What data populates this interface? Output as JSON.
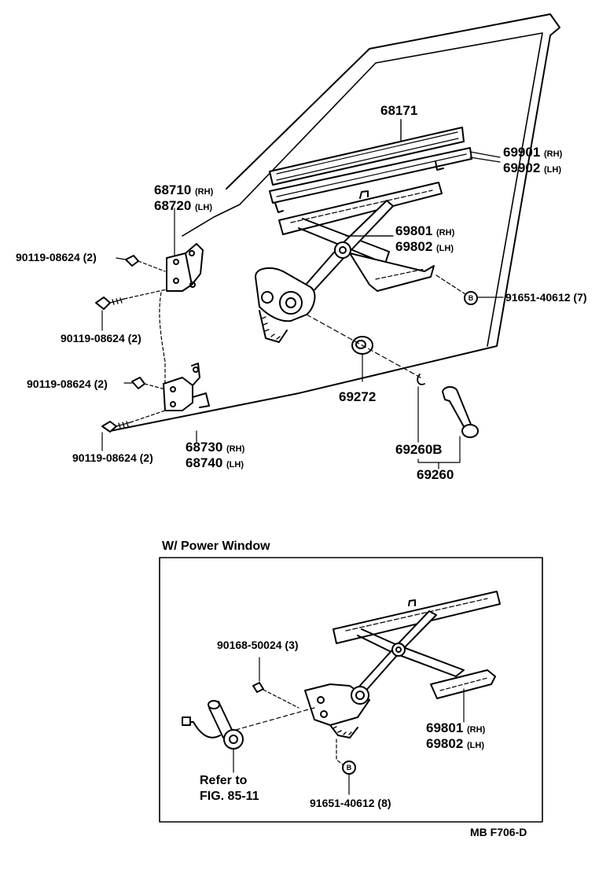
{
  "parts": {
    "regulator_channel": "68171",
    "run_channel_rh": "69901",
    "run_channel_lh": "69902",
    "upper_hinge_rh": "68710",
    "upper_hinge_lh": "68720",
    "lower_hinge_rh": "68730",
    "lower_hinge_lh": "68740",
    "regulator_rh": "69801",
    "regulator_lh": "69802",
    "screw_a": "90119-08624 (2)",
    "screw_b": "90119-08624 (2)",
    "screw_c": "90119-08624 (2)",
    "screw_d": "90119-08624 (2)",
    "plug_manual": "91651-40612 (7)",
    "grommet": "69272",
    "snap_ring": "69260B",
    "handle": "69260",
    "pw_screw": "90168-50024 (3)",
    "pw_plug": "91651-40612 (8)",
    "pw_regulator_rh": "69801",
    "pw_regulator_lh": "69802"
  },
  "suffix": {
    "rh": "(RH)",
    "lh": "(LH)"
  },
  "plug_marker": "B",
  "section_title": "W/ Power Window",
  "refer_line1": "Refer to",
  "refer_line2": "FIG. 85-11",
  "figure_code": "MB  F706-D"
}
